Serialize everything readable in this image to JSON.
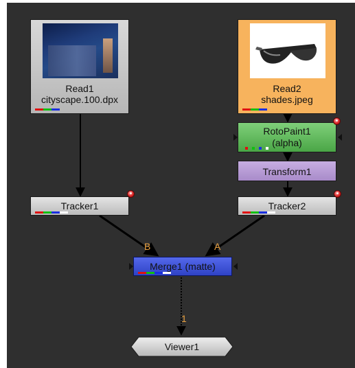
{
  "nodes": {
    "read1": {
      "name": "Read1",
      "file": "cityscape.100.dpx"
    },
    "read2": {
      "name": "Read2",
      "file": "shades.jpeg"
    },
    "rotopaint1": {
      "name": "RotoPaint1",
      "channel": "(alpha)"
    },
    "transform1": {
      "name": "Transform1"
    },
    "tracker1": {
      "name": "Tracker1"
    },
    "tracker2": {
      "name": "Tracker2"
    },
    "merge1": {
      "name": "Merge1 (matte)"
    },
    "viewer1": {
      "name": "Viewer1"
    }
  },
  "inputs": {
    "merge_b": "B",
    "merge_a": "A",
    "viewer_1": "1"
  },
  "colors": {
    "graph_bg": "#2f2f2f",
    "read_node": "#c8c8c8",
    "read2_node": "#f7b35d",
    "rotopaint": "#5fb85a",
    "transform": "#b79bd6",
    "merge": "#3a4fd8",
    "input_label": "#e8a040"
  }
}
